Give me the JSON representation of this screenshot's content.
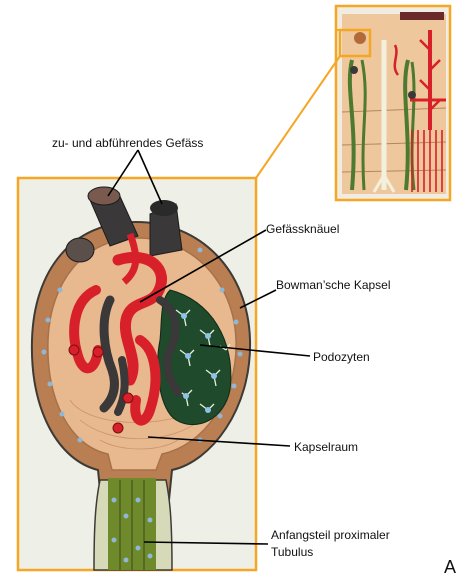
{
  "labels": {
    "vessels": "zu- und abführendes Gefäss",
    "glomerulus": "Gefässknäuel",
    "bowman": "Bowman’sche Kapsel",
    "podocytes": "Podozyten",
    "capsule_space": "Kapselraum",
    "tubulus_line1": "Anfangsteil proximaler",
    "tubulus_line2": "Tubulus",
    "corner": "A"
  },
  "colors": {
    "frame": "#f5a623",
    "vessel_red": "#d8202a",
    "vessel_dark": "#3a3838",
    "capsule_wall": "#c08a5c",
    "capsule_inner": "#e8b88e",
    "podocyte_green": "#1f4a2c",
    "tubule_green": "#6f8a2a"
  }
}
